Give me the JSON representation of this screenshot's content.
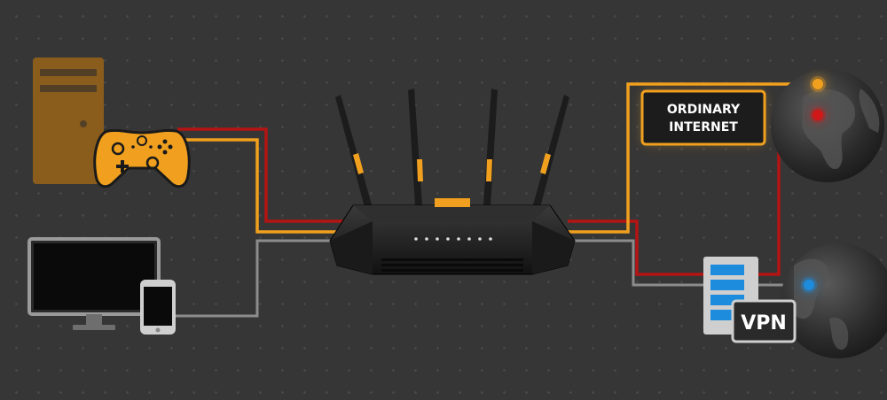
{
  "labels": {
    "ordinary_internet_line1": "ORDINARY",
    "ordinary_internet_line2": "INTERNET",
    "vpn": "VPN"
  },
  "colors": {
    "background": "#363636",
    "orange": "#f0a01e",
    "red": "#b41414",
    "gray": "#8c8c8c",
    "vpn_blue": "#1e8cdc"
  },
  "icons": [
    "desktop-tower-icon",
    "gamepad-icon",
    "monitor-icon",
    "tablet-icon",
    "router-icon",
    "vpn-server-icon",
    "globe-icon"
  ]
}
